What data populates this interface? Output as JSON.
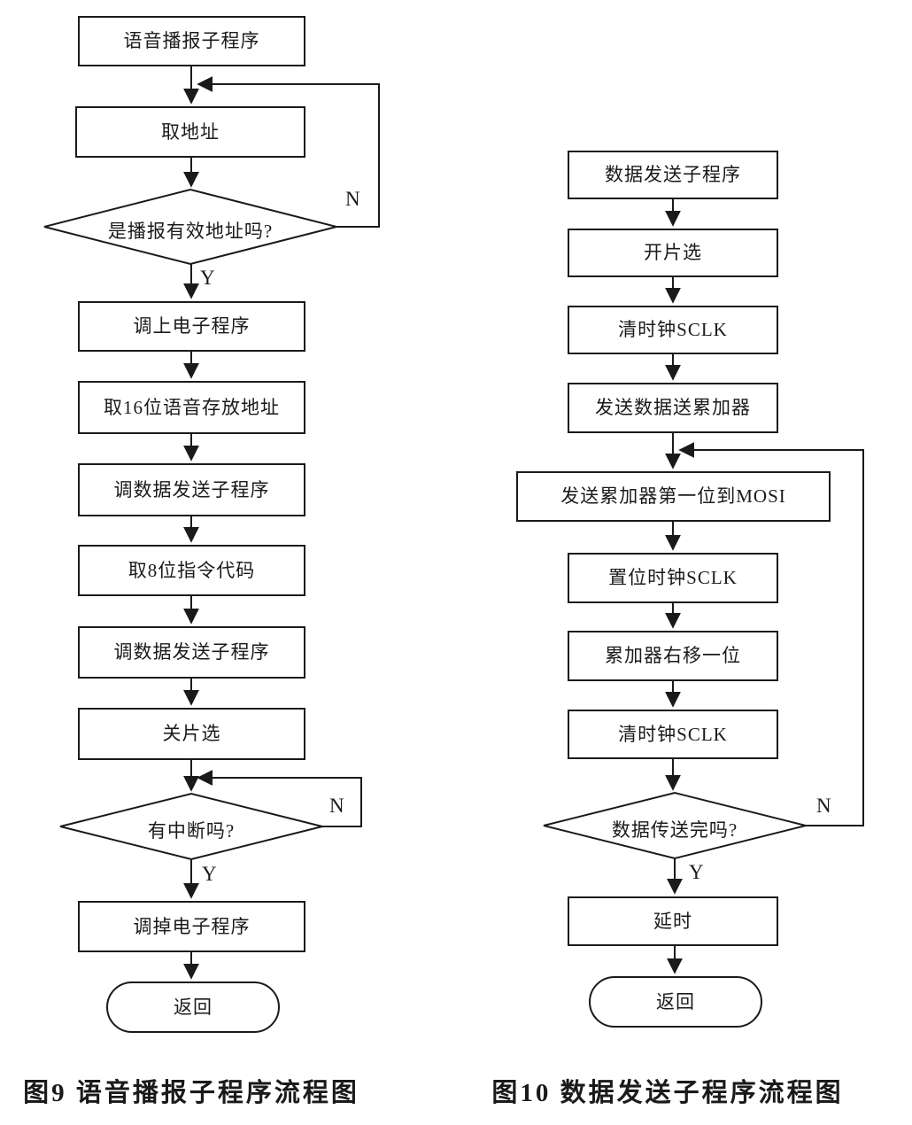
{
  "page": {
    "background": "#ffffff",
    "ink": "#1a1a1a"
  },
  "figure9": {
    "caption": "图9  语音播报子程序流程图",
    "nodes": {
      "start": "语音播报子程序",
      "get_address": "取地址",
      "decision_valid": "是播报有效地址吗?",
      "power_on": "调上电子程序",
      "get16": "取16位语音存放地址",
      "call_send1": "调数据发送子程序",
      "get8": "取8位指令代码",
      "call_send2": "调数据发送子程序",
      "cs_off": "关片选",
      "decision_interrupt": "有中断吗?",
      "power_down": "调掉电子程序",
      "return": "返回"
    },
    "branch": {
      "y1": "Y",
      "n1": "N",
      "y2": "Y",
      "n2": "N"
    }
  },
  "figure10": {
    "caption": "图10  数据发送子程序流程图",
    "nodes": {
      "start": "数据发送子程序",
      "cs_on": "开片选",
      "clear_sclk1": "清时钟SCLK",
      "send_acc": "发送数据送累加器",
      "send_mosi": "发送累加器第一位到MOSI",
      "set_sclk": "置位时钟SCLK",
      "shift_right": "累加器右移一位",
      "clear_sclk2": "清时钟SCLK",
      "decision_done": "数据传送完吗?",
      "delay": "延时",
      "return": "返回"
    },
    "branch": {
      "y": "Y",
      "n": "N"
    }
  }
}
